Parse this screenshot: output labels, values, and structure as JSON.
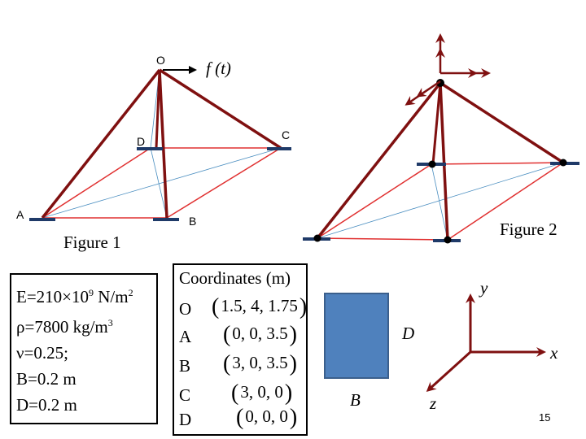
{
  "figure1": {
    "caption": "Figure 1",
    "labels": {
      "O": "O",
      "A": "A",
      "B": "B",
      "C": "C",
      "D": "D"
    },
    "force_label": "f (t)"
  },
  "figure2": {
    "caption": "Figure 2"
  },
  "material": {
    "E": "E=210×10",
    "E_exp": "9",
    "E_unit": " N/m",
    "E_unit_exp": "2",
    "rho": "ρ=7800  kg/m",
    "rho_exp": "3",
    "nu": "ν=0.25;",
    "B": "B=0.2 m",
    "D": "D=0.2 m"
  },
  "coordinates": {
    "title": "Coordinates (m)",
    "rows": [
      {
        "label": "O",
        "value": "1.5, 4, 1.75"
      },
      {
        "label": "A",
        "value": "0, 0, 3.5"
      },
      {
        "label": "B",
        "value": "3, 0, 3.5"
      },
      {
        "label": "C",
        "value": "3, 0, 0"
      },
      {
        "label": "D",
        "value": "0, 0, 0"
      }
    ]
  },
  "section": {
    "D_label": "D",
    "B_label": "B"
  },
  "axes": {
    "x": "x",
    "y": "y",
    "z": "z"
  },
  "page_number": "15",
  "colors": {
    "member": "#7f1010",
    "base": "#e03030",
    "diag": "#4a8ec0",
    "support": "#1f3a68",
    "section": "#4f81bd"
  }
}
